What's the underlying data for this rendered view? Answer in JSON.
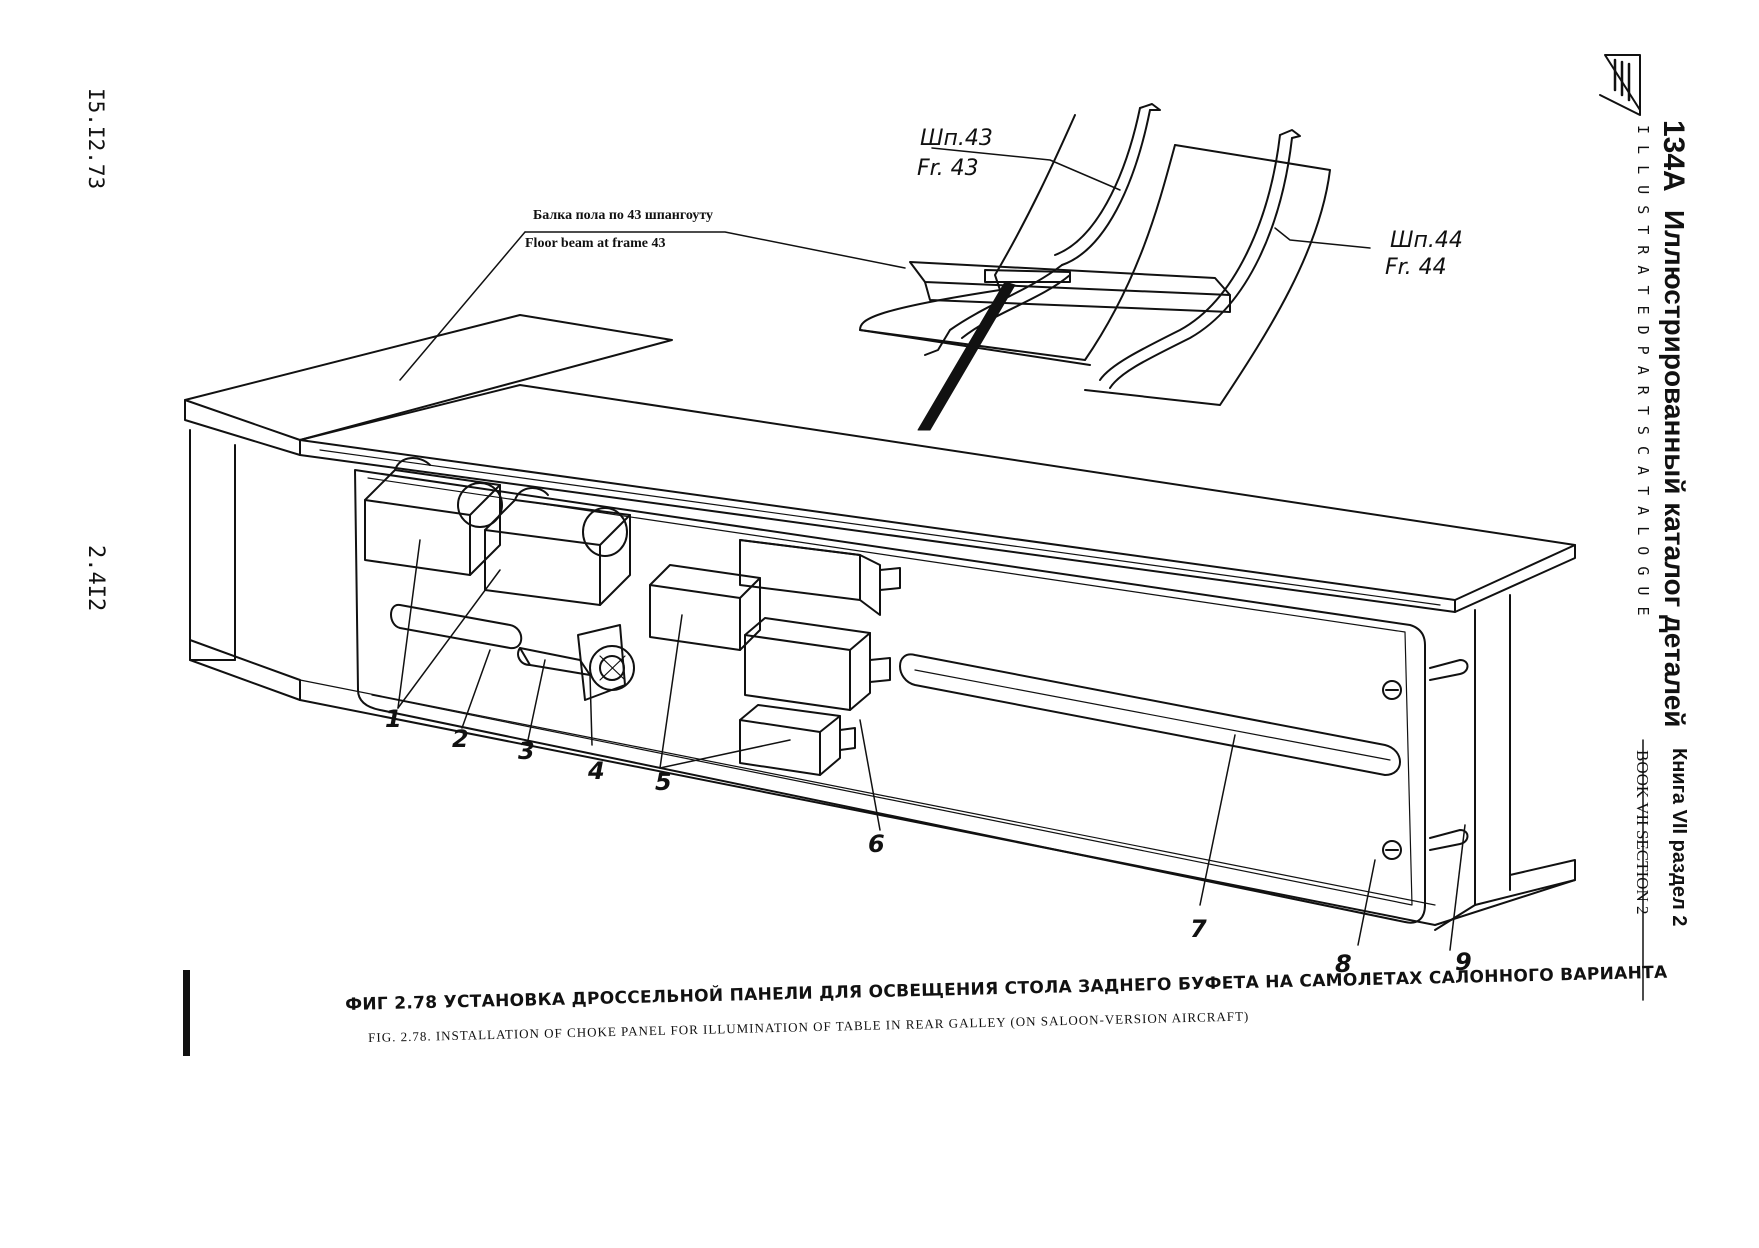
{
  "header": {
    "model": "134A",
    "title_ru": "Иллюстрированный каталог деталей",
    "title_en": "I L L U S T R A T E D   P A R T S   C A T A L O G U E",
    "book_ru": "Книга VII раздел 2",
    "book_en": "BOOK VII SECTION 2"
  },
  "margin": {
    "date": "I5.I2.73",
    "page": "2.4I2"
  },
  "beam_label": {
    "ru": "Балка пола по 43 шпангоуту",
    "en": "Floor beam at frame 43"
  },
  "frames": {
    "f43_ru": "Шп.43",
    "f43_en": "Fr. 43",
    "f44_ru": "Шп.44",
    "f44_en": "Fr. 44"
  },
  "callouts": [
    "1",
    "2",
    "3",
    "4",
    "5",
    "6",
    "7",
    "8",
    "9"
  ],
  "caption": {
    "ru": "ФИГ 2.78 УСТАНОВКА ДРОССЕЛЬНОЙ ПАНЕЛИ ДЛЯ ОСВЕЩЕНИЯ СТОЛА  ЗАДНЕГО БУФЕТА НА САМОЛЕТАХ САЛОННОГО ВАРИАНТА",
    "en": "FIG. 2.78. INSTALLATION OF CHOKE PANEL FOR ILLUMINATION OF TABLE IN REAR GALLEY  (ON SALOON-VERSION AIRCRAFT)"
  }
}
